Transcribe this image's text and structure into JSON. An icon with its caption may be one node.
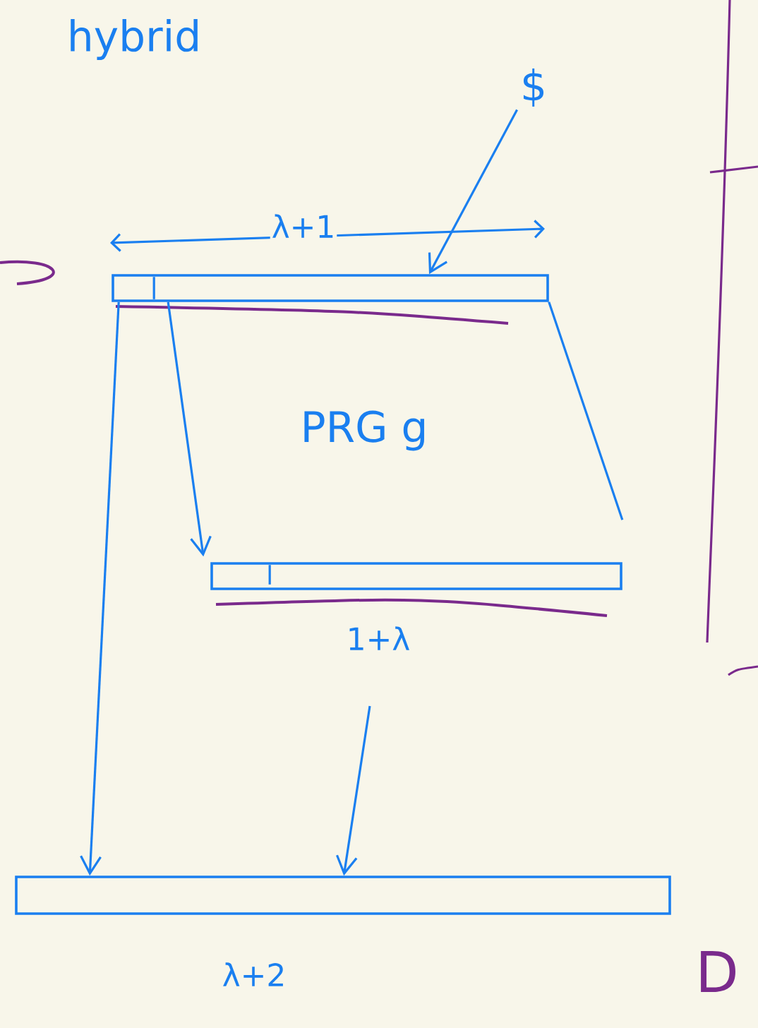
{
  "diagram": {
    "nodes": [
      {
        "text": [
          "$"
        ]
      },
      {
        "text": [],
        "shape": "bar"
      },
      {
        "text": [],
        "shape": "bar"
      },
      {
        "text": [],
        "shape": "bar"
      }
    ],
    "edges": [
      {
        "from": 0,
        "to": 1,
        "arrow": "to"
      },
      {
        "from": 1,
        "to": 2,
        "arrow": "to"
      },
      {
        "from": 1,
        "to": 2,
        "arrow": "none"
      },
      {
        "from": 1,
        "to": 3,
        "arrow": "to"
      },
      {
        "from": null,
        "to": 3,
        "arrow": "to"
      }
    ],
    "labels": [
      "hybrid",
      "λ+1",
      "PRG g",
      "1+λ",
      "λ+2",
      "D"
    ]
  }
}
